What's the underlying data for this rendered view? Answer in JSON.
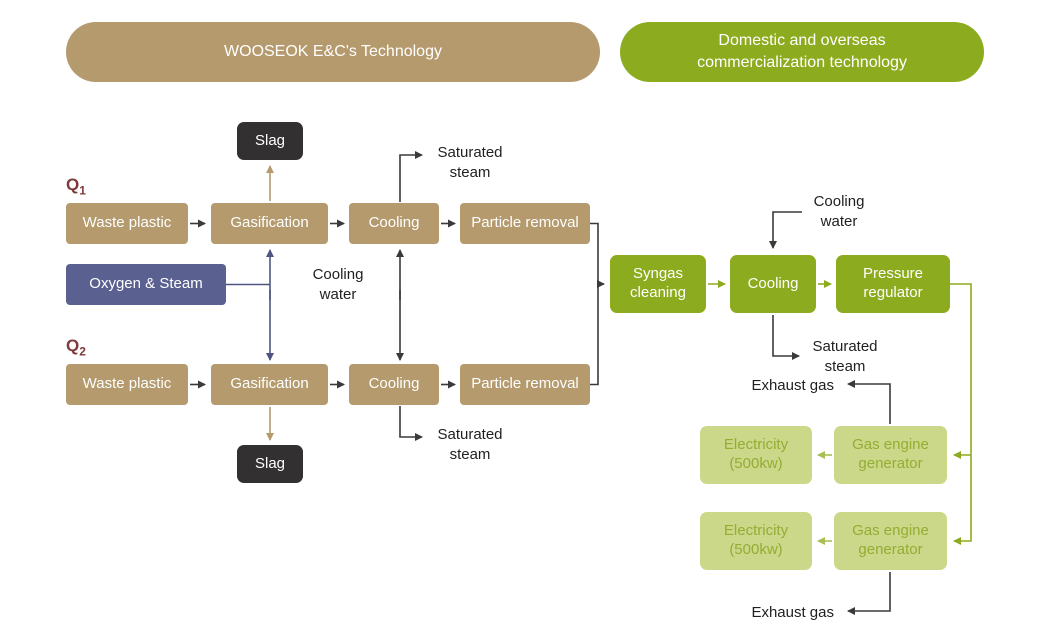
{
  "colors": {
    "tan": "#b49a6d",
    "green": "#8dab1e",
    "light_green_bg": "#cbd789",
    "light_green_text": "#94ad33",
    "slag_dark": "#323031",
    "oxygen_blue": "#5a6090",
    "q_label_red": "#7c3a3a",
    "arrow_dark": "#3a3a3a",
    "arrow_navy": "#4f5583",
    "arrow_olive": "#a9bf55"
  },
  "header": {
    "left_pill": "WOOSEOK E&C's Technology",
    "right_pill": "Domestic and overseas commercialization technology"
  },
  "nodes": {
    "slag_top": "Slag",
    "waste_plastic_1": "Waste plastic",
    "gasification_1": "Gasification",
    "cooling_1": "Cooling",
    "particle_removal_1": "Particle removal",
    "oxygen_steam": "Oxygen & Steam",
    "waste_plastic_2": "Waste plastic",
    "gasification_2": "Gasification",
    "cooling_2": "Cooling",
    "particle_removal_2": "Particle removal",
    "slag_bottom": "Slag",
    "syngas_cleaning": "Syngas cleaning",
    "cooling_green": "Cooling",
    "pressure_regulator": "Pressure regulator",
    "electricity_1": "Electricity (500kw)",
    "gas_engine_1": "Gas engine generator",
    "electricity_2": "Electricity (500kw)",
    "gas_engine_2": "Gas engine generator"
  },
  "annotations": {
    "q1_base": "Q",
    "q1_sub": "1",
    "q2_base": "Q",
    "q2_sub": "2",
    "saturated_steam_top": "Saturated steam",
    "cooling_water_center": "Cooling water",
    "cooling_water_right": "Cooling water",
    "saturated_steam_right": "Saturated steam",
    "exhaust_gas_top": "Exhaust gas",
    "saturated_steam_bottom": "Saturated steam",
    "exhaust_gas_bottom": "Exhaust gas"
  }
}
